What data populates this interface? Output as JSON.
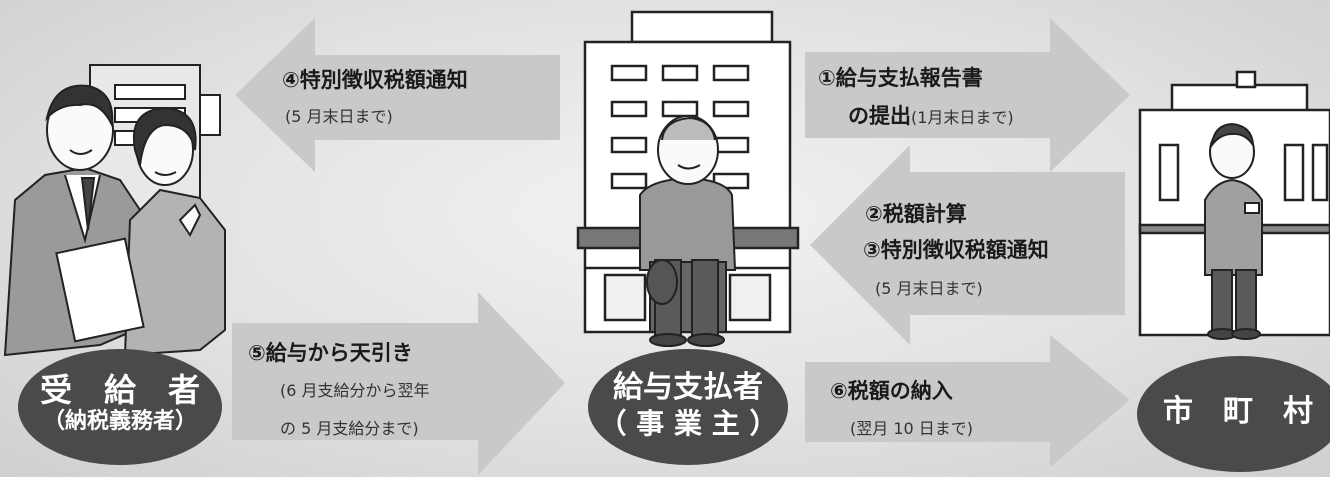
{
  "actors": {
    "recipient": {
      "line1": "受　給　者",
      "line2": "（納税義務者）"
    },
    "employer": {
      "line1": "給与支払者",
      "line2": "（ 事 業 主 ）"
    },
    "municipality": {
      "line1": "市　町　村"
    }
  },
  "flows": {
    "step1": {
      "title_line1": "①給与支払報告書",
      "title_line2": "の提出",
      "note": "(1月末日まで)"
    },
    "step2": {
      "title": "②税額計算"
    },
    "step3": {
      "title": "③特別徴収税額通知",
      "note": "(5 月末日まで)"
    },
    "step4": {
      "title": "④特別徴収税額通知",
      "note": "(5 月末日まで)"
    },
    "step5": {
      "title": "⑤給与から天引き",
      "note_line1": "(6 月支給分から翌年",
      "note_line2": "の 5 月支給分まで)"
    },
    "step6": {
      "title": "⑥税額の納入",
      "note": "(翌月 10 日まで)"
    }
  },
  "colors": {
    "arrow": "#c8c8c8",
    "oval": "#4a4a4a",
    "building": "#ffffff",
    "outline": "#222222"
  }
}
